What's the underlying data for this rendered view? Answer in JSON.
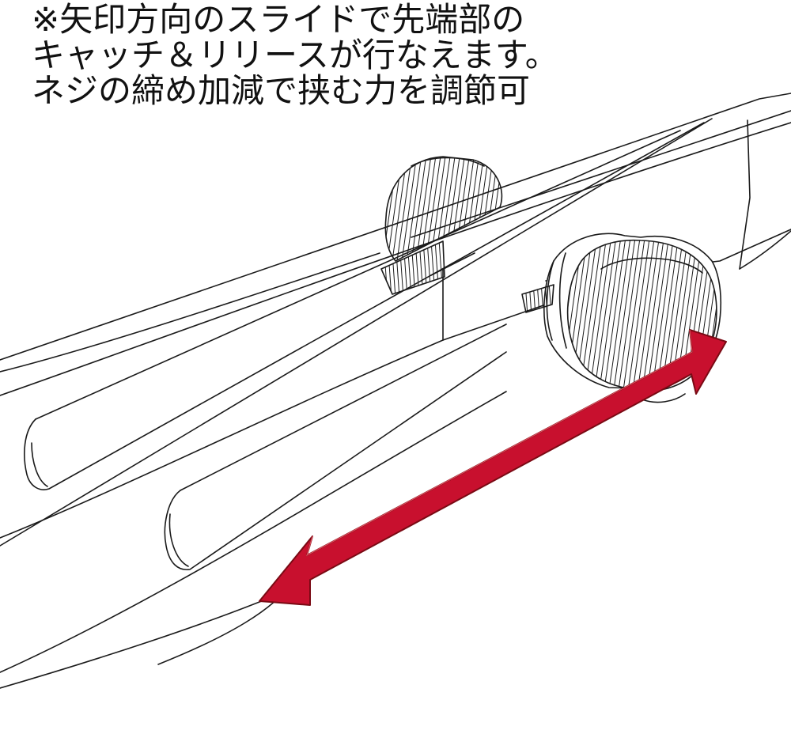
{
  "caption": {
    "lines": [
      "※矢印方向のスライドで先端部の",
      "キャッチ＆リリースが行なえます。",
      "ネジの締め加減で挟む力を調節可"
    ]
  },
  "illustration": {
    "subject": "tweezers-with-adjustment-knobs",
    "arrow_color": "#c8102e",
    "arrow_edge_color": "#7a0a14",
    "line_color": "#1a1a1a"
  }
}
